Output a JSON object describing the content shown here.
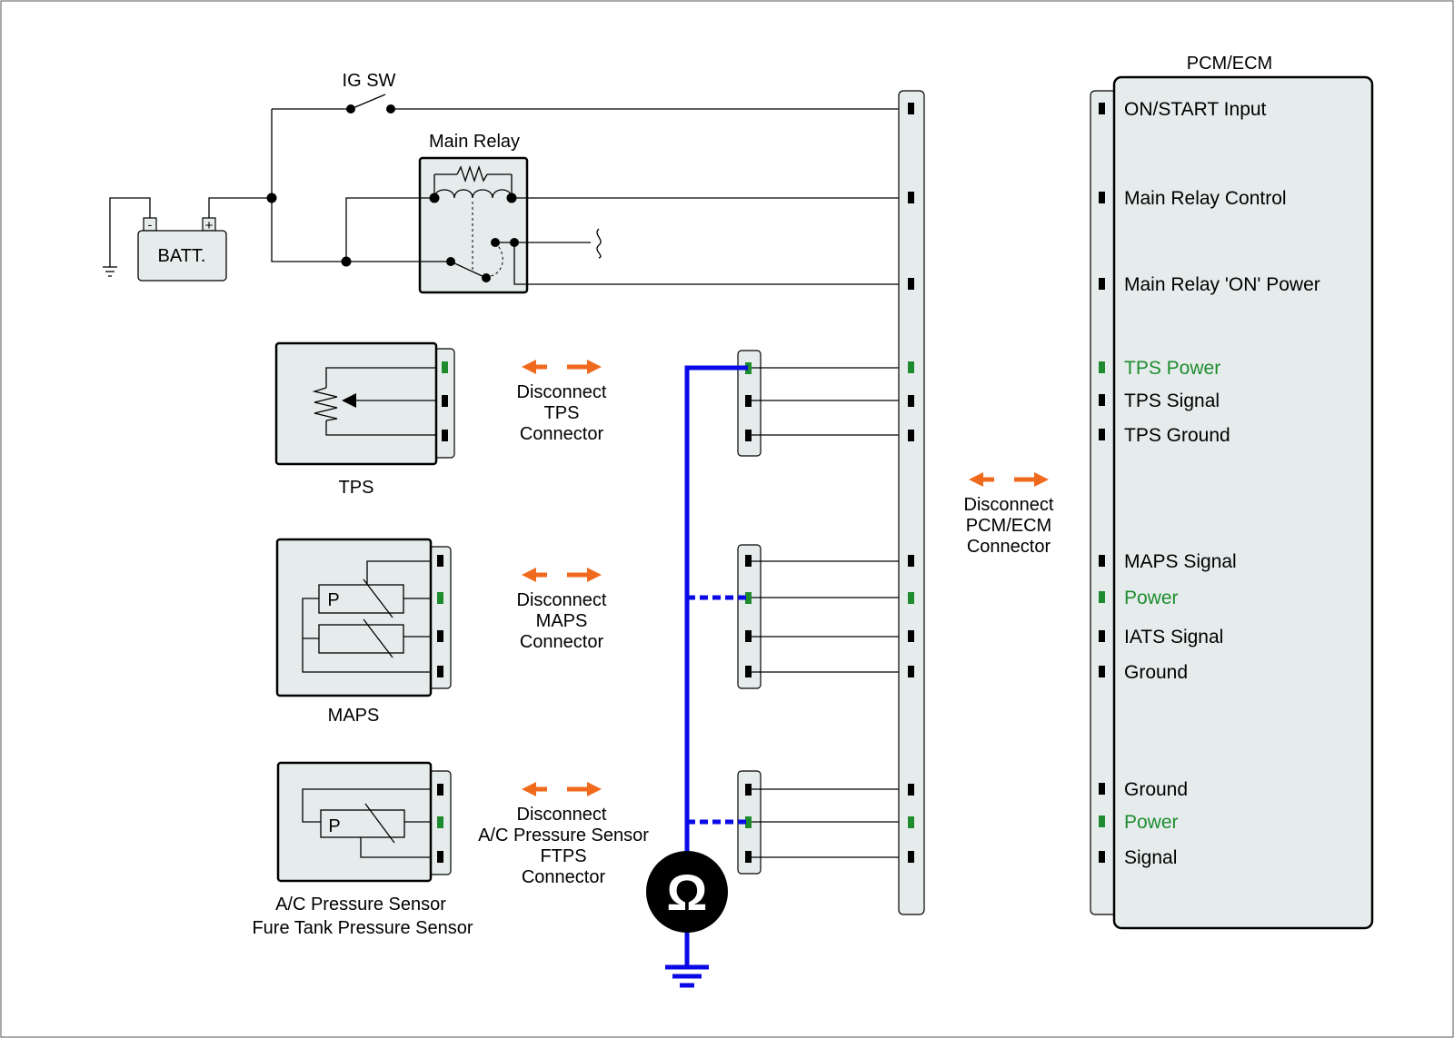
{
  "top_components": {
    "ig_sw": "IG SW",
    "main_relay": "Main Relay",
    "battery": "BATT.",
    "battery_minus": "-",
    "battery_plus": "+"
  },
  "sensors": {
    "tps": "TPS",
    "maps": "MAPS",
    "maps_p": "P",
    "ac_line1": "A/C Pressure Sensor",
    "ac_line2": "Fure Tank Pressure Sensor",
    "ac_p": "P"
  },
  "disconnect_labels": {
    "tps": [
      "Disconnect",
      "TPS",
      "Connector"
    ],
    "maps": [
      "Disconnect",
      "MAPS",
      "Connector"
    ],
    "ac": [
      "Disconnect",
      "A/C Pressure Sensor",
      "FTPS",
      "Connector"
    ],
    "pcm": [
      "Disconnect",
      "PCM/ECM",
      "Connector"
    ]
  },
  "pcm": {
    "title": "PCM/ECM",
    "pins": [
      {
        "label": "ON/START Input",
        "color": "#000000"
      },
      {
        "label": "Main Relay Control",
        "color": "#000000"
      },
      {
        "label": "Main Relay 'ON' Power",
        "color": "#000000"
      },
      {
        "label": "TPS Power",
        "color": "#1e8c2e"
      },
      {
        "label": "TPS Signal",
        "color": "#000000"
      },
      {
        "label": "TPS Ground",
        "color": "#000000"
      },
      {
        "label": "MAPS Signal",
        "color": "#000000"
      },
      {
        "label": "Power",
        "color": "#1e8c2e"
      },
      {
        "label": "IATS Signal",
        "color": "#000000"
      },
      {
        "label": "Ground",
        "color": "#000000"
      },
      {
        "label": "Ground",
        "color": "#000000"
      },
      {
        "label": "Power",
        "color": "#1e8c2e"
      },
      {
        "label": "Signal",
        "color": "#000000"
      }
    ]
  },
  "meter": {
    "symbol": "Ω"
  },
  "colors": {
    "probe_wire": "#0a0ae6",
    "disconnect_arrow": "#f06a1e",
    "power_pin": "#1e8c2e",
    "component_fill": "#e6ecec"
  }
}
